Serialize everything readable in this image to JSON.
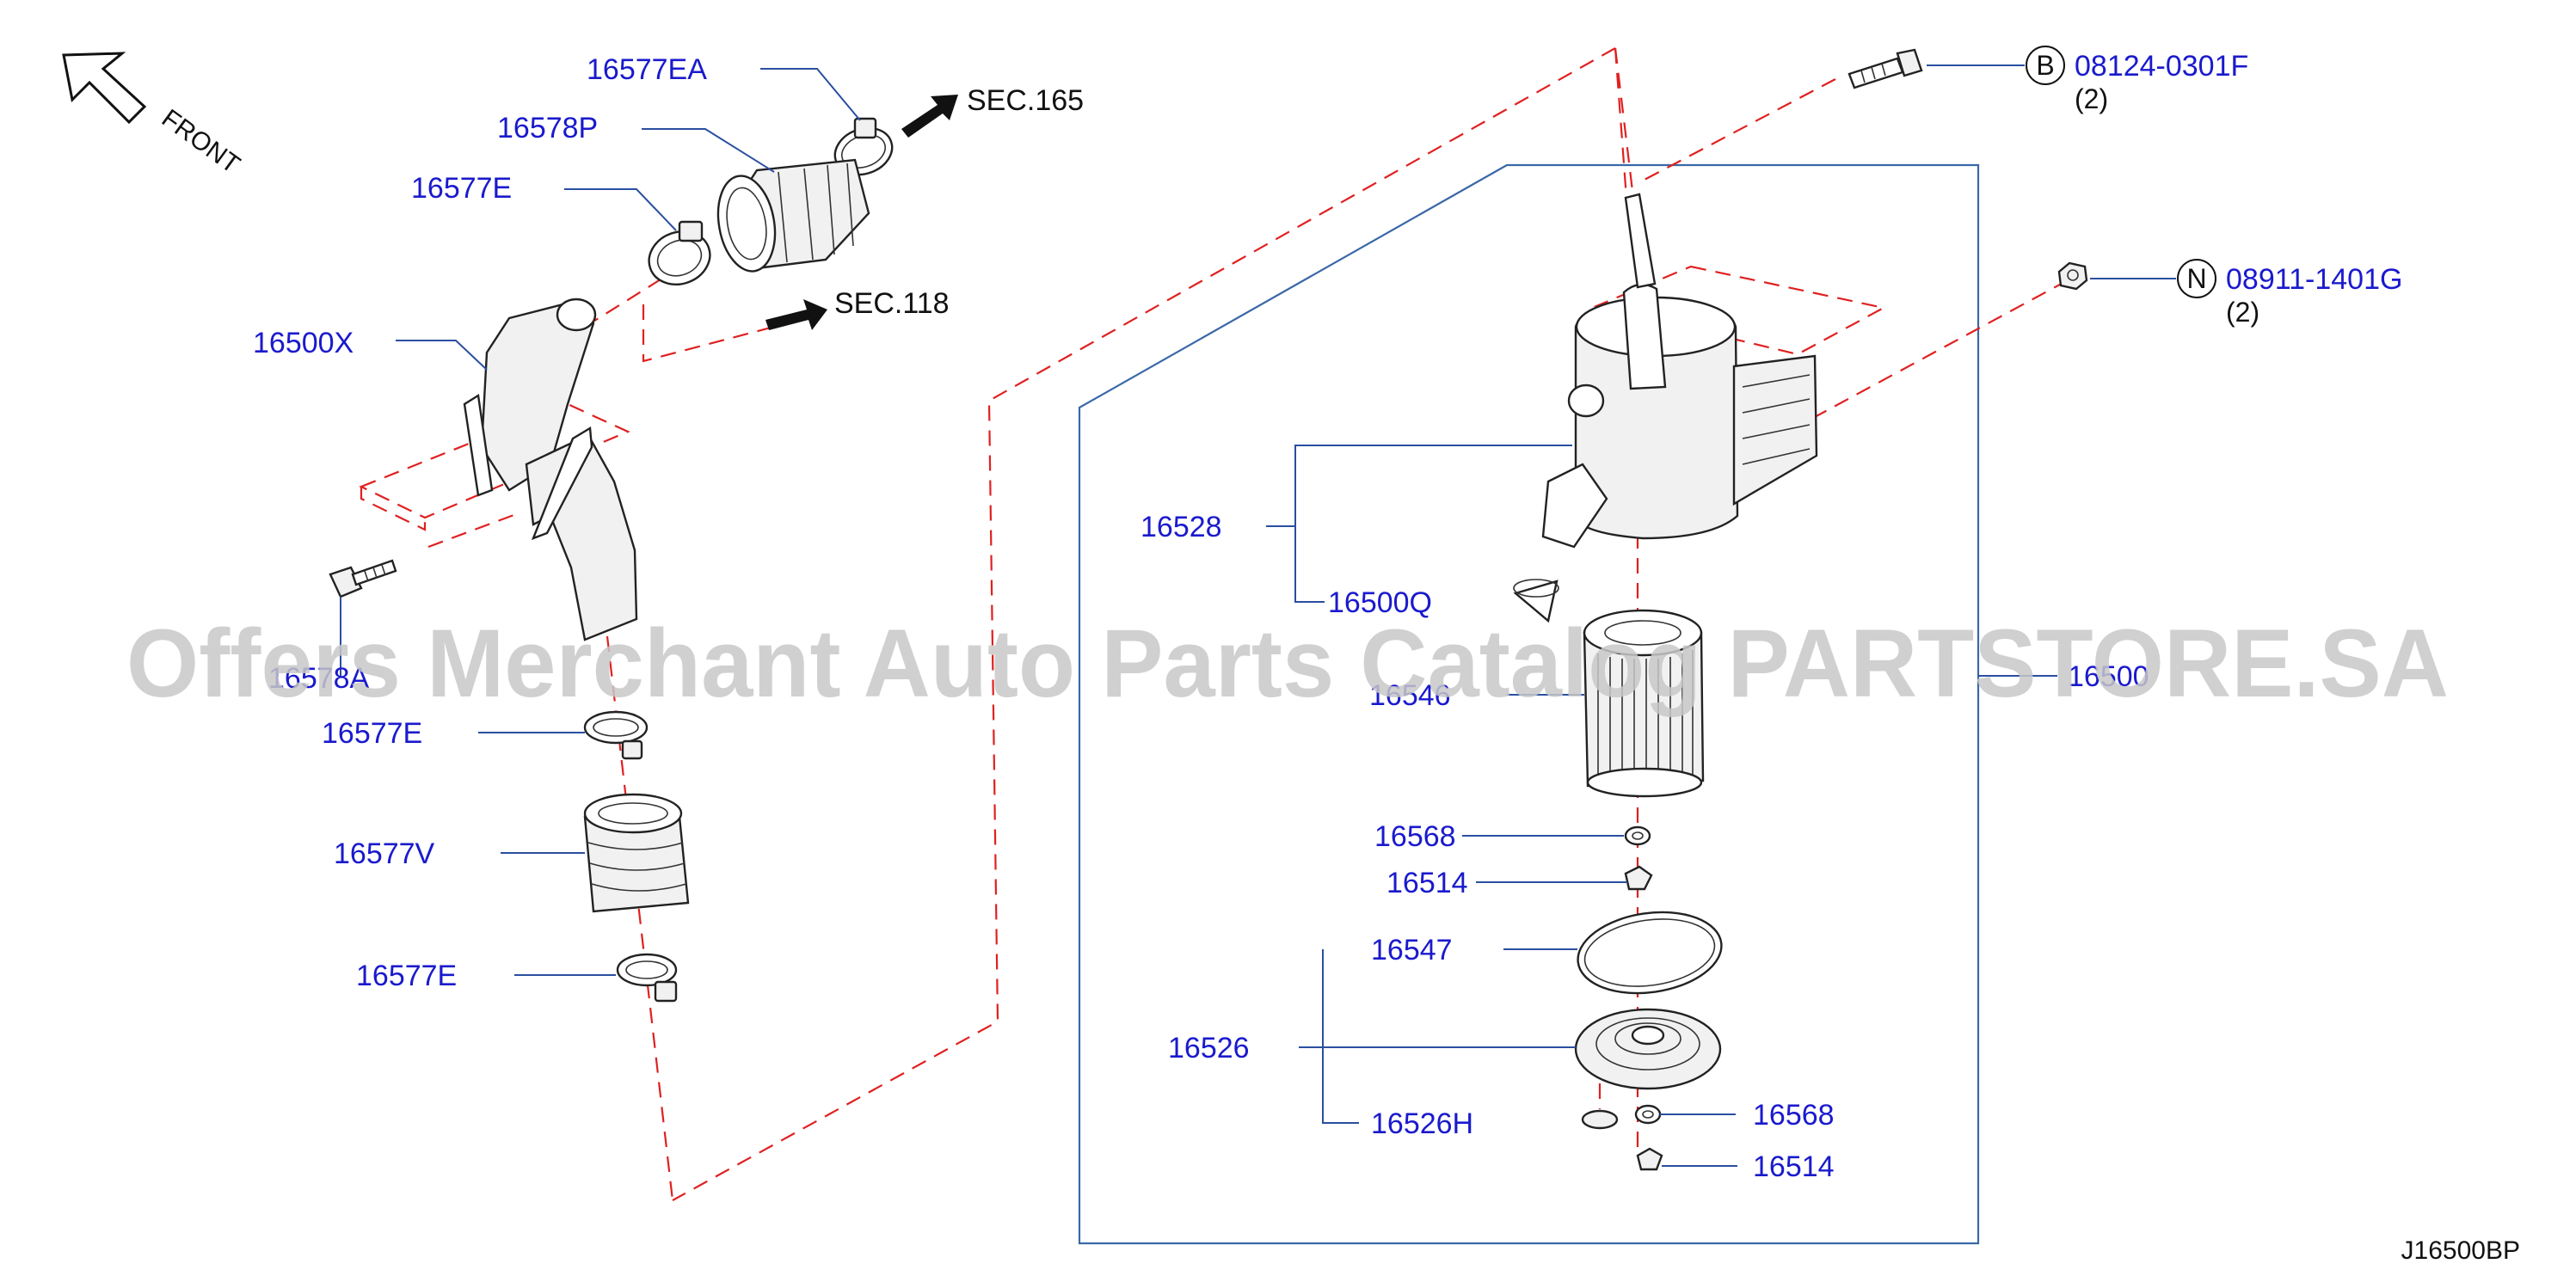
{
  "orientation": {
    "front_label": "FRONT",
    "arrow_icon": "front-direction-arrow-icon"
  },
  "sections": [
    {
      "text": "SEC.165"
    },
    {
      "text": "SEC.118"
    }
  ],
  "part_labels": {
    "p16577EA": "16577EA",
    "p16578P": "16578P",
    "p16577E_top": "16577E",
    "p16500X": "16500X",
    "p16578A": "16578A",
    "p16577E_mid": "16577E",
    "p16577V": "16577V",
    "p16577E_bot": "16577E",
    "p16528": "16528",
    "p16500Q": "16500Q",
    "p16546": "16546",
    "p16500": "16500",
    "p16568_a": "16568",
    "p16514_a": "16514",
    "p16547": "16547",
    "p16526": "16526",
    "p16526H": "16526H",
    "p16568_b": "16568",
    "p16514_b": "16514"
  },
  "fasteners": [
    {
      "letter": "B",
      "part_no": "08124-0301F",
      "qty": "(2)"
    },
    {
      "letter": "N",
      "part_no": "08911-1401G",
      "qty": "(2)"
    }
  ],
  "diagram_code": "J16500BP",
  "watermark": "Offers Merchant Auto Parts Catalog PARTSTORE.SA"
}
